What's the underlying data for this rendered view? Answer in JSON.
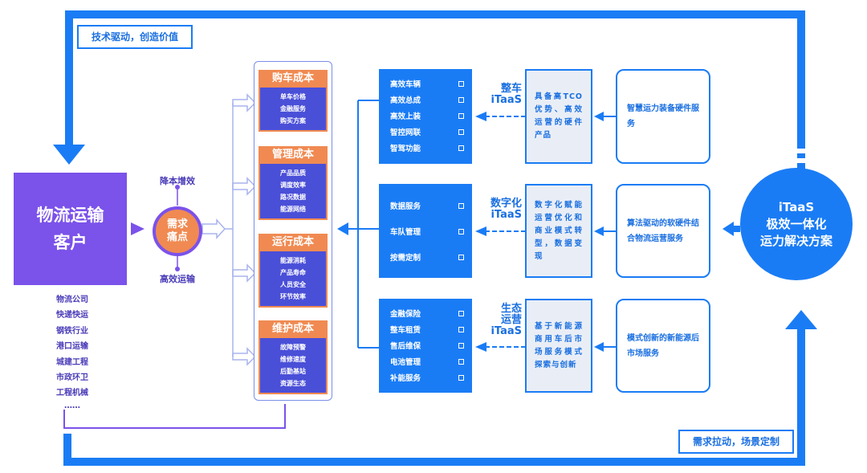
{
  "top_label": "技术驱动，创造价值",
  "bottom_label": "需求拉动，场景定制",
  "customer": {
    "title_line1": "物流运输",
    "title_line2": "客户",
    "segments": [
      "物流公司",
      "快递快运",
      "钢铁行业",
      "港口运输",
      "城建工程",
      "市政环卫",
      "工程机械",
      "……"
    ]
  },
  "pain_point": {
    "line1": "需求",
    "line2": "痛点",
    "top": "降本增效",
    "bottom": "高效运输"
  },
  "costs": [
    {
      "title": "购车成本",
      "items": [
        "单车价格",
        "金融服务",
        "购买方案"
      ]
    },
    {
      "title": "管理成本",
      "items": [
        "产品品质",
        "调度效率",
        "路况数据",
        "能源网络"
      ]
    },
    {
      "title": "运行成本",
      "items": [
        "能源消耗",
        "产品寿命",
        "人员安全",
        "环节效率"
      ]
    },
    {
      "title": "维护成本",
      "items": [
        "故障预警",
        "维修速度",
        "后勤基站",
        "资源生态"
      ]
    }
  ],
  "services": [
    {
      "items": [
        "高效车辆",
        "高效总成",
        "高效上装",
        "智控网联",
        "智驾功能"
      ]
    },
    {
      "items": [
        "数据服务",
        "车队管理",
        "按需定制"
      ]
    },
    {
      "items": [
        "金融保险",
        "整车租赁",
        "售后维保",
        "电池管理",
        "补能服务"
      ]
    }
  ],
  "itaas": [
    {
      "line1": "整车",
      "line2": "iTaaS"
    },
    {
      "line1": "数字化",
      "line2": "iTaaS"
    },
    {
      "line1": "生态",
      "line2": "运营",
      "line3": "iTaaS"
    }
  ],
  "descriptions": [
    "具备高TCO优势、高效运营的硬件产品",
    "数字化赋能运营优化和商业模式转型，数据变现",
    "基于新能源商用车后市场服务模式探索与创新"
  ],
  "features": [
    "智慧运力装备硬件服务",
    "算法驱动的软硬件结合物流运营服务",
    "模式创新的新能源后市场服务"
  ],
  "solution": {
    "line1": "iTaaS",
    "line2": "极效一体化",
    "line3": "运力解决方案"
  },
  "colors": {
    "primary": "#1a7cf5",
    "purple": "#7b52ea",
    "orange": "#f08a52",
    "indigo": "#4a4fd8"
  }
}
